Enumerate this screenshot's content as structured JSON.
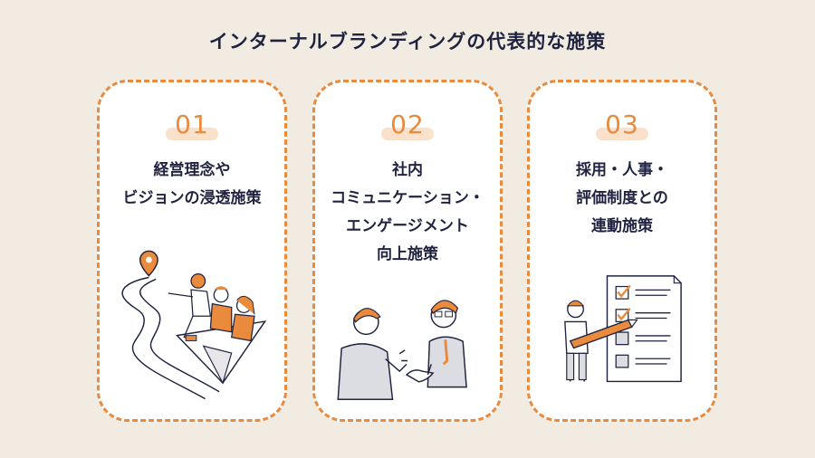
{
  "page": {
    "title": "インターナルブランディングの代表的な施策"
  },
  "cards": [
    {
      "number": "01",
      "lines": [
        "経営理念や",
        "ビジョンの浸透施策"
      ]
    },
    {
      "number": "02",
      "lines": [
        "社内",
        "コミュニケーション・",
        "エンゲージメント",
        "向上施策"
      ]
    },
    {
      "number": "03",
      "lines": [
        "採用・人事・",
        "評価制度との",
        "連動施策"
      ]
    }
  ],
  "colors": {
    "accent": "#e98a3c",
    "navy": "#1f2340",
    "background": "#f1ebe2",
    "card": "#ffffff"
  },
  "icons": {
    "card1": "map-pin-team-illustration",
    "card2": "handshake-illustration",
    "card3": "checklist-illustration"
  }
}
